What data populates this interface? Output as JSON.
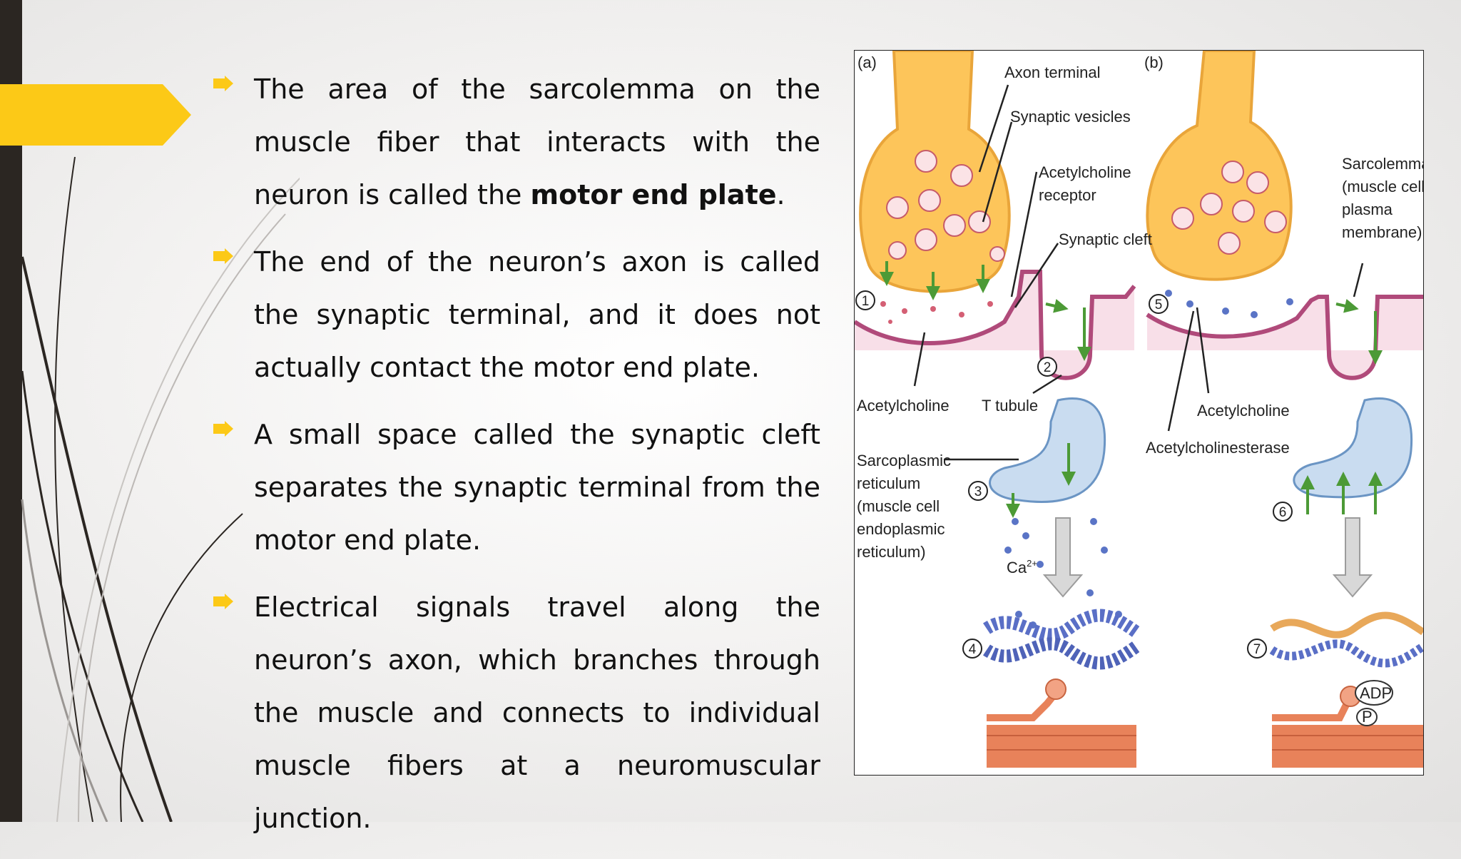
{
  "bullets": [
    {
      "parts": [
        "The area of the sarcolemma on the muscle fiber that interacts with the neuron is called the ",
        "motor end plate",
        "."
      ]
    },
    {
      "text": "The end of the neuron’s axon is called the synaptic terminal, and it does not actually contact the motor end plate."
    },
    {
      "text": "A small space called the synaptic cleft separates the synaptic terminal from the motor end plate."
    },
    {
      "text": "Electrical signals travel along the neuron’s axon, which branches through the muscle and connects to individual muscle fibers at a neuromuscular junction."
    }
  ],
  "figure": {
    "panel_a": "(a)",
    "panel_b": "(b)",
    "labels": {
      "axon_terminal": "Axon terminal",
      "synaptic_vesicles": "Synaptic vesicles",
      "ach_receptor_1": "Acetylcholine",
      "ach_receptor_2": "receptor",
      "synaptic_cleft": "Synaptic cleft",
      "acetylcholine_a": "Acetylcholine",
      "t_tubule": "T tubule",
      "sr_1": "Sarcoplasmic",
      "sr_2": "reticulum",
      "sr_3": "(muscle cell",
      "sr_4": "endoplasmic",
      "sr_5": "reticulum)",
      "ca": "Ca",
      "ca_sup": "2+",
      "sarcolemma_1": "Sarcolemma",
      "sarcolemma_2": "(muscle cell",
      "sarcolemma_3": "plasma",
      "sarcolemma_4": "membrane)",
      "acetylcholine_b": "Acetylcholine",
      "acetylcholinesterase": "Acetylcholinesterase",
      "adp": "ADP",
      "p": "P"
    },
    "steps": [
      "1",
      "2",
      "3",
      "4",
      "5",
      "6",
      "7"
    ]
  },
  "colors": {
    "accent_yellow": "#fcc917",
    "left_bar": "#2b2622",
    "terminal": "#fdc55a",
    "membrane": "#b04a7a",
    "sr": "#c9dcf0",
    "arrow_green": "#4c9a36"
  }
}
